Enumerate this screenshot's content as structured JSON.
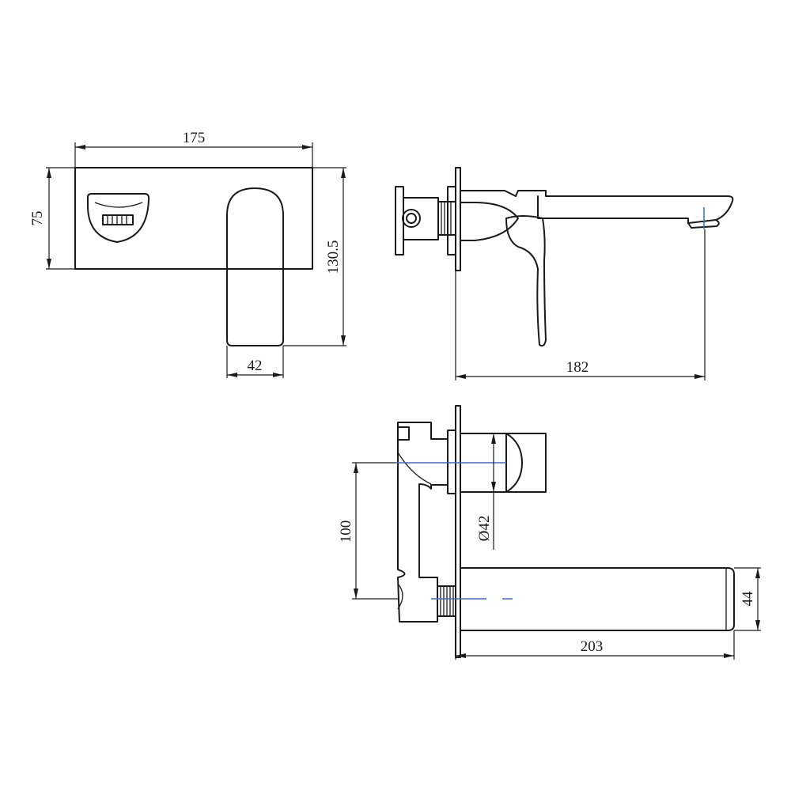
{
  "dimensions": {
    "front_width": "175",
    "front_height": "75",
    "overall_height": "130.5",
    "lever_width": "42",
    "side_projection": "182",
    "handle_center_spacing": "100",
    "handle_diameter": "Ø42",
    "spout_length": "203",
    "spout_height": "44"
  }
}
